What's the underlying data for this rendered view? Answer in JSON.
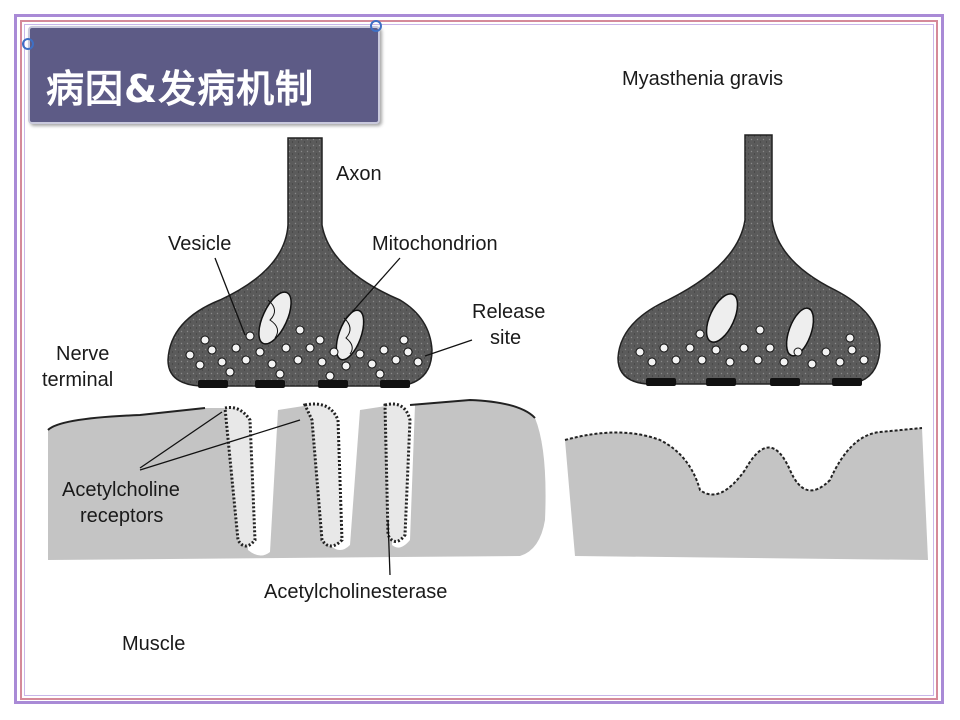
{
  "slide": {
    "title": "病因&发病机制",
    "right_title": "Myasthenia gravis"
  },
  "labels": {
    "axon": "Axon",
    "vesicle": "Vesicle",
    "mitochondrion": "Mitochondrion",
    "release_line1": "Release",
    "release_line2": "site",
    "nerve_line1": "Nerve",
    "nerve_line2": "terminal",
    "achr_line1": "Acetylcholine",
    "achr_line2": "receptors",
    "ache": "Acetylcholinesterase",
    "muscle": "Muscle"
  },
  "colors": {
    "title_bg": "#5d5b86",
    "frame_outer": "#a98ad6",
    "frame_inner": "#d58a9a",
    "nerve": "#5a5a5a",
    "muscle": "#c4c4c4"
  }
}
